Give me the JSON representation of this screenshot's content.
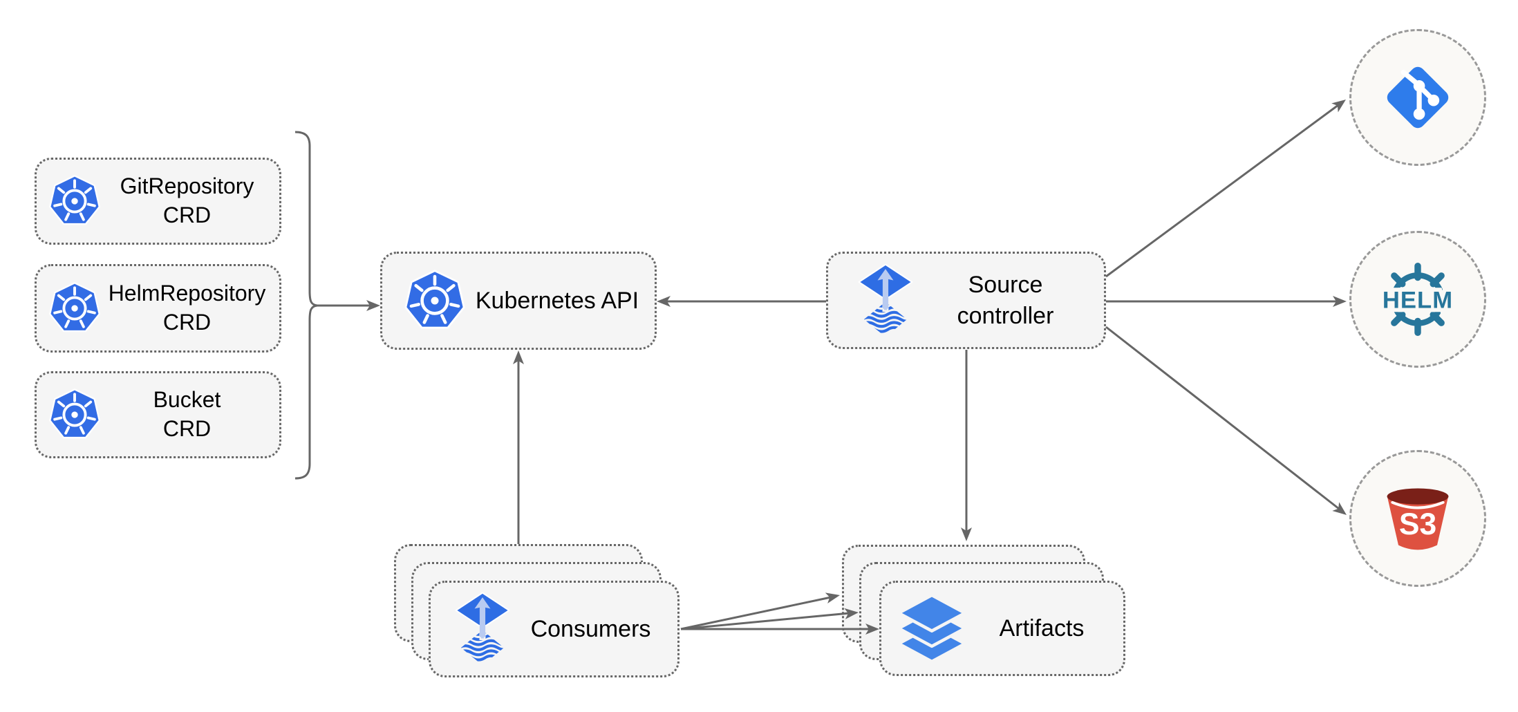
{
  "colors": {
    "canvas-bg": "#FFFFFF",
    "node-fill": "#F5F5F5",
    "node-border": "#666666",
    "arrow": "#666666",
    "text": "#000000",
    "circle-fill": "#FAF9F6",
    "circle-border": "#999999",
    "kubernetes-blue": "#326CE5",
    "flux-blue": "#2E6DE4",
    "flux-arrow-light": "#B9CBF1",
    "git-blue": "#2E7CEB",
    "helm-teal": "#27769B",
    "s3-red": "#DE5140",
    "s3-dark": "#7A2018",
    "layers-blue": "#4285E8"
  },
  "icons": {
    "kubernetes": "kubernetes-icon",
    "flux": "flux-icon",
    "git": "git-icon",
    "helm": "helm-icon",
    "s3": "s3-bucket-icon",
    "artifacts": "layers-icon"
  },
  "nodes": {
    "crds": [
      {
        "line1": "GitRepository",
        "line2": "CRD"
      },
      {
        "line1": "HelmRepository",
        "line2": "CRD"
      },
      {
        "line1": "Bucket",
        "line2": "CRD"
      }
    ],
    "kubernetes_api": {
      "label": "Kubernetes API"
    },
    "source_controller": {
      "line1": "Source",
      "line2": "controller"
    },
    "consumers": {
      "label": "Consumers"
    },
    "artifacts": {
      "label": "Artifacts"
    },
    "endpoints": {
      "helm": {
        "label": "HELM"
      },
      "s3": {
        "label": "S3"
      }
    }
  }
}
